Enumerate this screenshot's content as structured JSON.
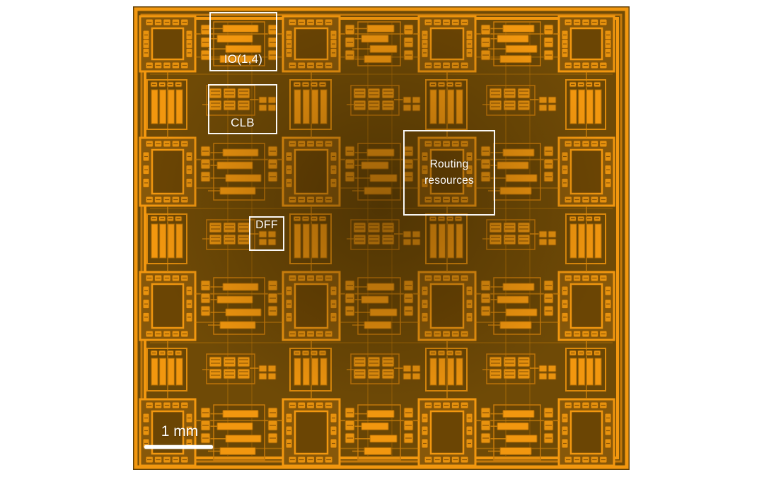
{
  "figure": {
    "annotations": [
      {
        "id": "io",
        "label": "IO(1,4)"
      },
      {
        "id": "clb",
        "label": "CLB"
      },
      {
        "id": "routing",
        "line1": "Routing",
        "line2": "resources"
      },
      {
        "id": "dff",
        "label": "DFF"
      }
    ],
    "scale_bar": {
      "label": "1 mm"
    },
    "colors": {
      "page_background": "#ffffff",
      "die_base": "#6f4a06",
      "dark_brown": "#5e3e05",
      "bright_orange": "#f2970f",
      "mid_orange": "#e8920e",
      "deep_orange": "#c5790a",
      "block_fill": "#87580a",
      "inner_dark": "#6b4504",
      "trace": "#d9880c",
      "annotation_white": "#ffffff"
    }
  }
}
